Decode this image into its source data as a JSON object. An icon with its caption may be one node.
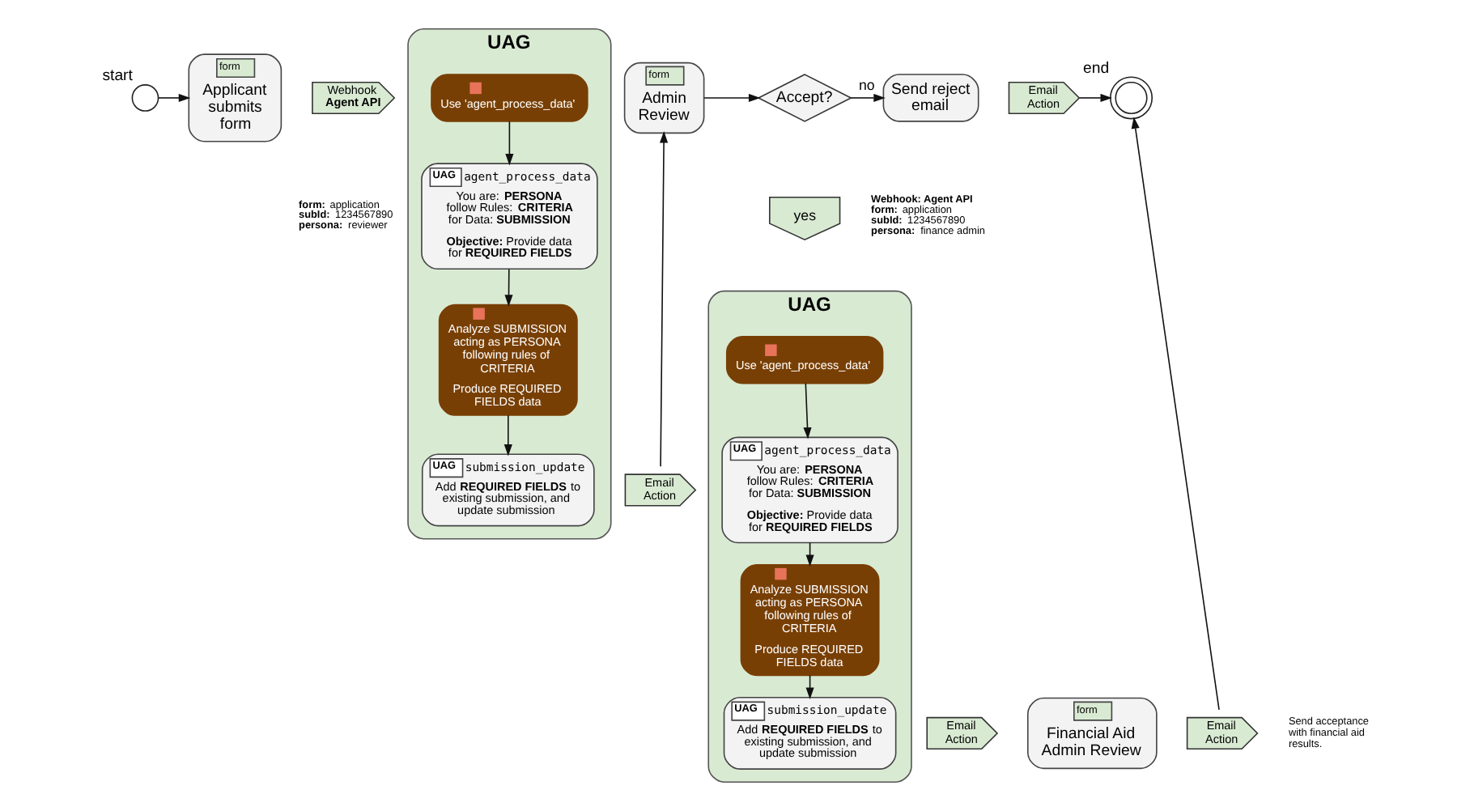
{
  "diagram": {
    "nodes": [
      {
        "text": [],
        "shape": "circle",
        "beside": [
          "start"
        ]
      },
      {
        "text": [
          "form",
          "Applicant submits form"
        ]
      },
      {
        "text": [
          "Webhook **Agent API**"
        ],
        "beside": [
          "**form:** application",
          "**subId:** 1234567890",
          "**persona:** reviewer"
        ]
      },
      {
        "text": [
          "UAG"
        ]
      },
      {
        "text": [
          "Use 'agent_process_data'"
        ],
        "in": 3
      },
      {
        "text": [
          "UAG",
          "agent_process_data",
          "You are: **PERSONA** follow Rules: **CRITERIA** for Data: **SUBMISSION**",
          "**Objective:** Provide data for **REQUIRED FIELDS**"
        ],
        "in": 3
      },
      {
        "text": [
          "Analyze SUBMISSION acting as PERSONA following rules of CRITERIA",
          "Produce REQUIRED FIELDS data"
        ],
        "in": 3
      },
      {
        "text": [
          "UAG",
          "submission_update",
          "Add **REQUIRED FIELDS** to existing submission, and update submission"
        ],
        "in": 3
      },
      {
        "text": [
          "Email Action"
        ]
      },
      {
        "text": [
          "form",
          "Admin Review"
        ]
      },
      {
        "text": [
          "Accept?"
        ]
      },
      {
        "text": [
          "yes"
        ],
        "beside": [
          "Webhook: Agent API",
          "**form:** application",
          "**subId:** 1234567890",
          "**persona:** finance admin"
        ]
      },
      {
        "text": [
          "Send reject email"
        ]
      },
      {
        "text": [
          "Email Action"
        ]
      },
      {
        "text": [],
        "shape": "circle",
        "beside": [
          "end"
        ]
      },
      {
        "text": [
          "UAG"
        ]
      },
      {
        "text": [
          "Use 'agent_process_data'"
        ],
        "in": 15
      },
      {
        "text": [
          "UAG",
          "agent_process_data",
          "You are: **PERSONA** follow Rules: **CRITERIA** for Data: **SUBMISSION**",
          "**Objective:** Provide data for **REQUIRED FIELDS**"
        ],
        "in": 15
      },
      {
        "text": [
          "Analyze SUBMISSION acting as PERSONA following rules of CRITERIA",
          "Produce REQUIRED FIELDS data"
        ],
        "in": 15
      },
      {
        "text": [
          "UAG",
          "submission_update",
          "Add **REQUIRED FIELDS** to existing submission, and update submission"
        ],
        "in": 15
      },
      {
        "text": [
          "Email Action"
        ]
      },
      {
        "text": [
          "form",
          "Financial Aid Admin Review"
        ]
      },
      {
        "text": [
          "Email Action"
        ],
        "beside": [
          "Send acceptance with financial aid results."
        ]
      }
    ],
    "edges": [
      {
        "from": 0,
        "to": 1,
        "arrow": "to"
      },
      {
        "from": 4,
        "to": 5,
        "arrow": "to"
      },
      {
        "from": 5,
        "to": 6,
        "arrow": "to"
      },
      {
        "from": 6,
        "to": 7,
        "arrow": "to"
      },
      {
        "from": 8,
        "to": 9,
        "arrow": "to"
      },
      {
        "from": 9,
        "to": 10,
        "arrow": "to"
      },
      {
        "from": 10,
        "to": 12,
        "arrow": "to",
        "label": "no"
      },
      {
        "from": 13,
        "to": 14,
        "arrow": "to"
      },
      {
        "from": 16,
        "to": 17,
        "arrow": "to"
      },
      {
        "from": 17,
        "to": 18,
        "arrow": "to"
      },
      {
        "from": 18,
        "to": 19,
        "arrow": "to"
      },
      {
        "from": 22,
        "to": 14,
        "arrow": "to"
      }
    ]
  }
}
